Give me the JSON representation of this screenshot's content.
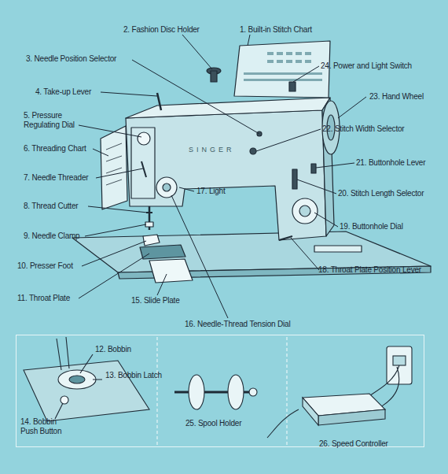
{
  "diagram": {
    "nodes": [
      {
        "text": [
          "12. Bobbin",
          "13. Bobbin Latch",
          "14. Bobbin Push Button",
          "25. Spool Holder",
          "26. Speed Controller"
        ]
      }
    ],
    "labels": [
      "1. Built-in Stitch Chart",
      "2. Fashion Disc Holder",
      "3. Needle Position Selector",
      "4. Take-up Lever",
      "5. Pressure Regulating Dial",
      "6. Threading Chart",
      "7. Needle Threader",
      "8. Thread Cutter",
      "9. Needle Clamp",
      "10. Presser Foot",
      "11. Throat Plate",
      "15. Slide Plate",
      "16. Needle-Thread Tension Dial",
      "17. Light",
      "18. Throat Plate Position Lever",
      "19. Buttonhole Dial",
      "20. Stitch Length Selector",
      "21. Buttonhole Lever",
      "22. Stitch Width Selector",
      "23. Hand Wheel",
      "24. Power and Light Switch",
      "SINGER"
    ]
  }
}
